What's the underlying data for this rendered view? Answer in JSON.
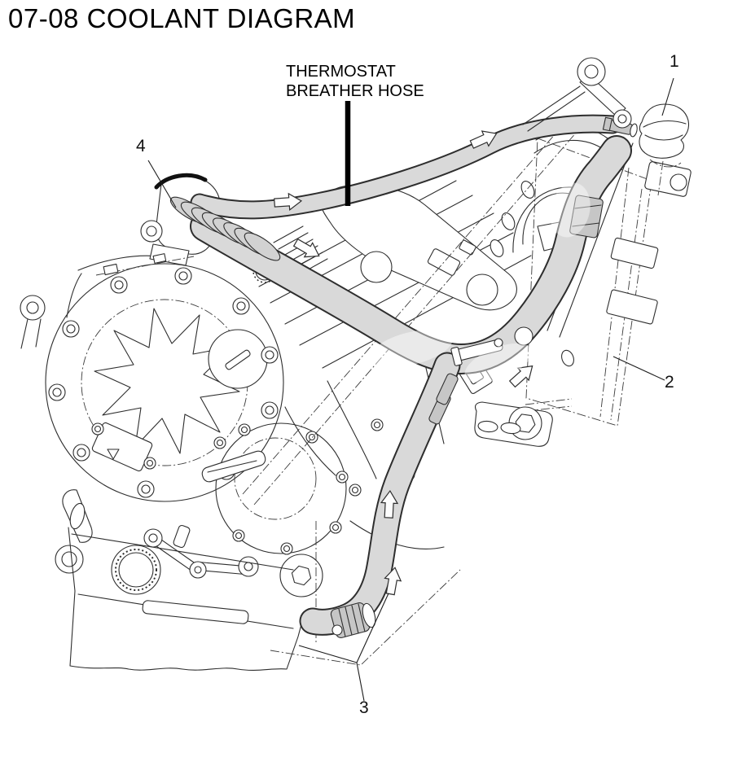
{
  "page": {
    "title": "07-08 COOLANT DIAGRAM"
  },
  "annotation": {
    "line1": "THERMOSTAT",
    "line2": "BREATHER HOSE"
  },
  "callouts": {
    "c1": "1",
    "c2": "2",
    "c3": "3",
    "c4": "4"
  },
  "colors": {
    "background": "#ffffff",
    "line": "#2e2e2e",
    "hose_fill": "#d9d9d9",
    "text": "#000000"
  }
}
